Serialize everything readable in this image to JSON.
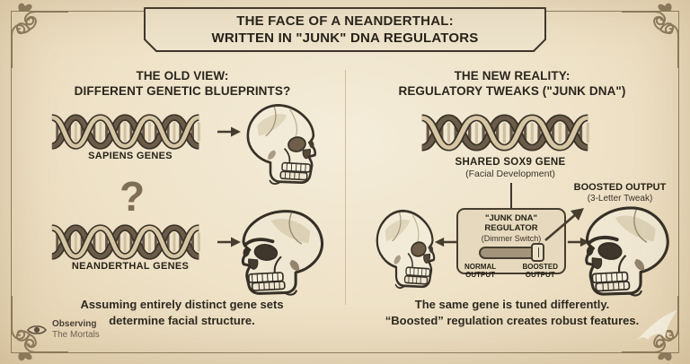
{
  "title": {
    "line1": "THE FACE OF A NEANDERTHAL:",
    "line2": "WRITTEN IN \"JUNK\" DNA REGULATORS"
  },
  "left_panel": {
    "heading_line1": "THE OLD VIEW:",
    "heading_line2": "DIFFERENT GENETIC BLUEPRINTS?",
    "dna1_label": "SAPIENS GENES",
    "question_mark": "?",
    "dna2_label": "NEANDERTHAL GENES",
    "caption_line1": "Assuming entirely distinct gene sets",
    "caption_line2": "determine facial structure."
  },
  "right_panel": {
    "heading_line1": "THE NEW REALITY:",
    "heading_line2": "REGULATORY TWEAKS (\"JUNK DNA\")",
    "dna_label": "SHARED SOX9 GENE",
    "dna_sublabel": "(Facial Development)",
    "regulator": {
      "title": "\"JUNK DNA\" REGULATOR",
      "subtitle": "(Dimmer Switch)",
      "normal_output": [
        "NORMAL",
        "OUTPUT"
      ],
      "boosted_output": [
        "BOOSTED",
        "OUTPUT"
      ]
    },
    "boosted_callout_line1": "BOOSTED OUTPUT",
    "boosted_callout_line2": "(3-Letter Tweak)",
    "caption_line1": "The same gene is tuned differently.",
    "caption_line2": "“Boosted” regulation creates robust features."
  },
  "footer": {
    "brand_line1": "Observing",
    "brand_line2": "The Mortals",
    "brand_icon": "eye-icon",
    "logo_icon": "bird-logo-icon"
  },
  "colors": {
    "parchment": "#eee1c6",
    "ink": "#2d2820",
    "frame_brown": "#8e7c5f",
    "arrow_brown": "#463d2f",
    "dna_dark": "#6a5c49",
    "dna_light": "#d6c6a4"
  }
}
